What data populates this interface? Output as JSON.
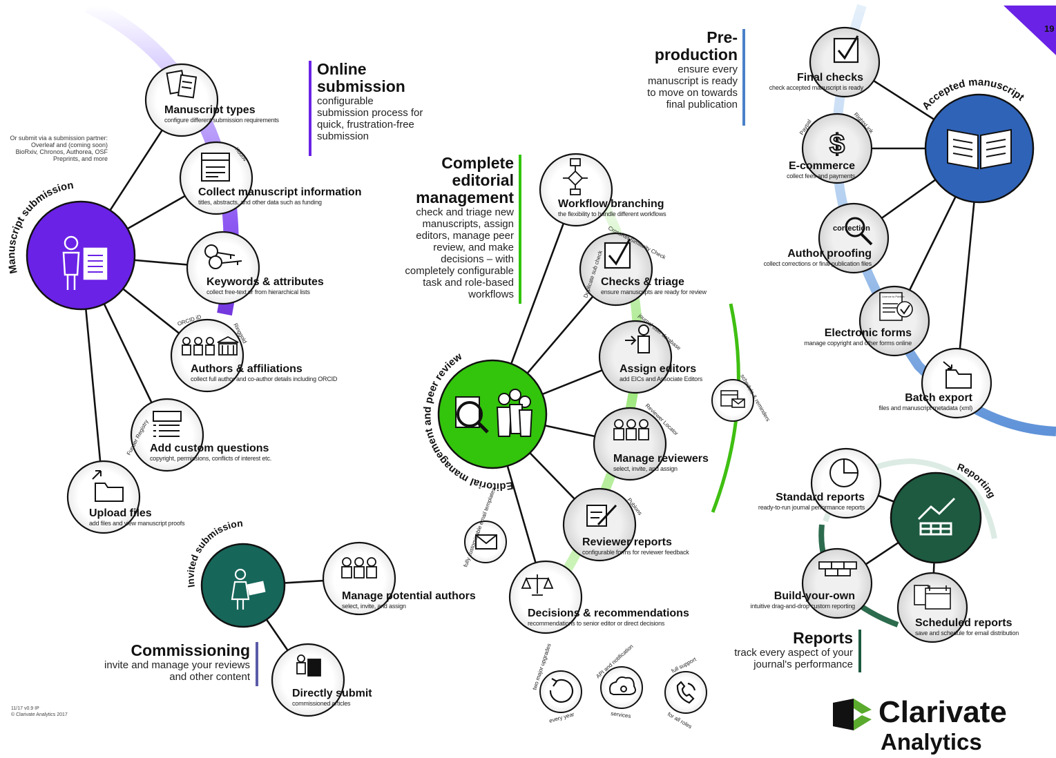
{
  "page_number": "19",
  "colors": {
    "purple": "#6a22e6",
    "green": "#31c40a",
    "teal": "#17665a",
    "navy_accent": "#2f63b8",
    "dark_green": "#1d5a40",
    "lavender": "#b9a8ff",
    "light_blue": "#9fc4ee"
  },
  "headings": {
    "online": {
      "title": "Online submission",
      "desc": "configurable submission process for quick, frustration-free submission"
    },
    "editorial": {
      "title": "Complete editorial management",
      "desc": "check and triage new manuscripts, assign editors, manage peer review, and make decisions – with completely configurable task and role-based workflows"
    },
    "preprod": {
      "title": "Pre-production",
      "desc": "ensure every manuscript is ready to move on towards final publication"
    },
    "commissioning": {
      "title": "Commissioning",
      "desc": "invite and manage your reviews and other content"
    },
    "reports": {
      "title": "Reports",
      "desc": "track every aspect of your journal's performance"
    }
  },
  "hubs": {
    "manuscript": "Manuscript submission",
    "invited": "Invited submission",
    "editorial": "Editorial management and peer review",
    "accepted": "Accepted manuscript",
    "reporting": "Reporting"
  },
  "partner_note": "Or submit via a submission partner: Overleaf and (coming soon) BioRxiv, Chronos, Authorea, OSF Preprints, and more",
  "nodes": {
    "manuscript_types": {
      "title": "Manuscript types",
      "sub": "configure different submission requirements"
    },
    "collect_info": {
      "title": "Collect manuscript information",
      "sub": "titles, abstracts, and other data such as funding",
      "tag": "Kudos"
    },
    "keywords": {
      "title": "Keywords & attributes",
      "sub": "collect free-text or from hierarchical lists"
    },
    "authors": {
      "title": "Authors & affiliations",
      "sub": "collect full author and co-author details including ORCID",
      "tag1": "ORCID iD",
      "tag2": "Ringgold"
    },
    "custom_q": {
      "title": "Add custom questions",
      "sub": "copyright, permissions, conflicts of interest etc.",
      "tag": "Funder Registry"
    },
    "upload": {
      "title": "Upload files",
      "sub": "add files and view manuscript proofs"
    },
    "manage_authors": {
      "title": "Manage potential authors",
      "sub": "select, invite, and assign"
    },
    "direct_submit": {
      "title": "Directly submit",
      "sub": "commissioned articles"
    },
    "workflow": {
      "title": "Workflow branching",
      "sub": "the flexibility to handle different workflows"
    },
    "checks": {
      "title": "Checks & triage",
      "sub": "ensure manuscripts are ready for review",
      "tag1": "Duplicate sub check",
      "tag2": "CrossRef Similarity Check"
    },
    "assign": {
      "title": "Assign editors",
      "sub": "add EICs and Associate Editors",
      "tag": "journal user database"
    },
    "reviewers": {
      "title": "Manage reviewers",
      "sub": "select, invite, and assign",
      "tag": "Reviewer Locator"
    },
    "reports_rev": {
      "title": "Reviewer reports",
      "sub": "configurable forms for reviewer feedback",
      "tag": "Publons"
    },
    "decisions": {
      "title": "Decisions & recommendations",
      "sub": "recommendations to senior editor or direct decisions"
    },
    "final_checks": {
      "title": "Final checks",
      "sub": "check accepted manuscript is ready"
    },
    "ecommerce": {
      "title": "E-commerce",
      "sub": "collect fees and payments",
      "tag1": "Paypal",
      "tag2": "RightsLink"
    },
    "proofing": {
      "title": "Author proofing",
      "sub": "collect corrections or final publication files",
      "icon_text": "correction"
    },
    "eforms": {
      "title": "Electronic forms",
      "sub": "manage copyright and other forms online",
      "icon_text": "Licence to Publish"
    },
    "batch": {
      "title": "Batch export",
      "sub": "files and manuscript metadata (xml)"
    },
    "standard": {
      "title": "Standard reports",
      "sub": "ready-to-run journal performance reports"
    },
    "build": {
      "title": "Build-your-own",
      "sub": "intuitive drag-and-drop custom reporting"
    },
    "scheduled": {
      "title": "Scheduled reports",
      "sub": "save and schedule for email distribution"
    }
  },
  "extras": {
    "schedule": "schedule & reminders",
    "email": "fully customizable email templates",
    "upgrades_top": "two major upgrades",
    "upgrades_bottom": "every year",
    "api_top": "API and notification",
    "api_bottom": "services",
    "support_top": "full support",
    "support_bottom": "for all roles"
  },
  "logo": {
    "line1": "Clarivate",
    "line2": "Analytics"
  },
  "footer": {
    "version": "11/17 v0.9 IP",
    "copyright": "© Clarivate Analytics 2017"
  }
}
